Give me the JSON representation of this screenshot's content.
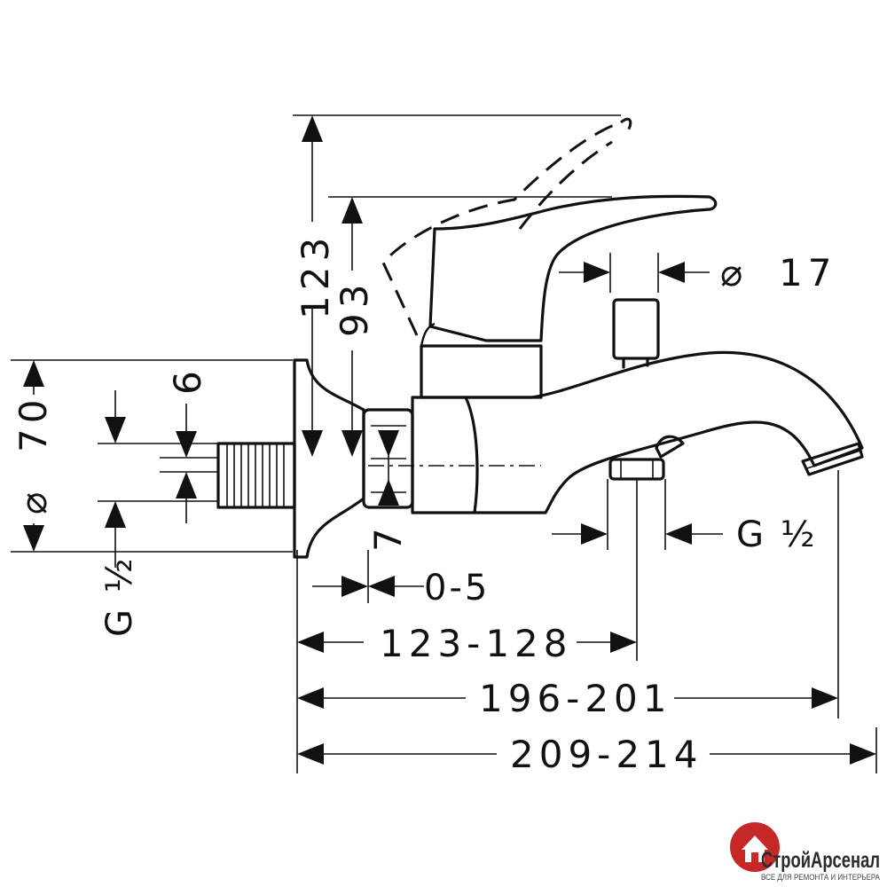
{
  "dimensions": {
    "d123": "123",
    "d93": "93",
    "d17": "17",
    "d70": "70",
    "d6": "6",
    "d7": "7",
    "g_half_right": "G ½",
    "g_half_left": "G ½",
    "d0_5": "0-5",
    "d123_128": "123-128",
    "d196_201": "196-201",
    "d209_214": "209-214",
    "diameter_symbol": "⌀"
  },
  "watermark": {
    "brand": "СтройАрсенал",
    "tagline": "ВСЕ ДЛЯ РЕМОНТА И ИНТЕРЬЕРА",
    "accent_color": "#c62828"
  }
}
